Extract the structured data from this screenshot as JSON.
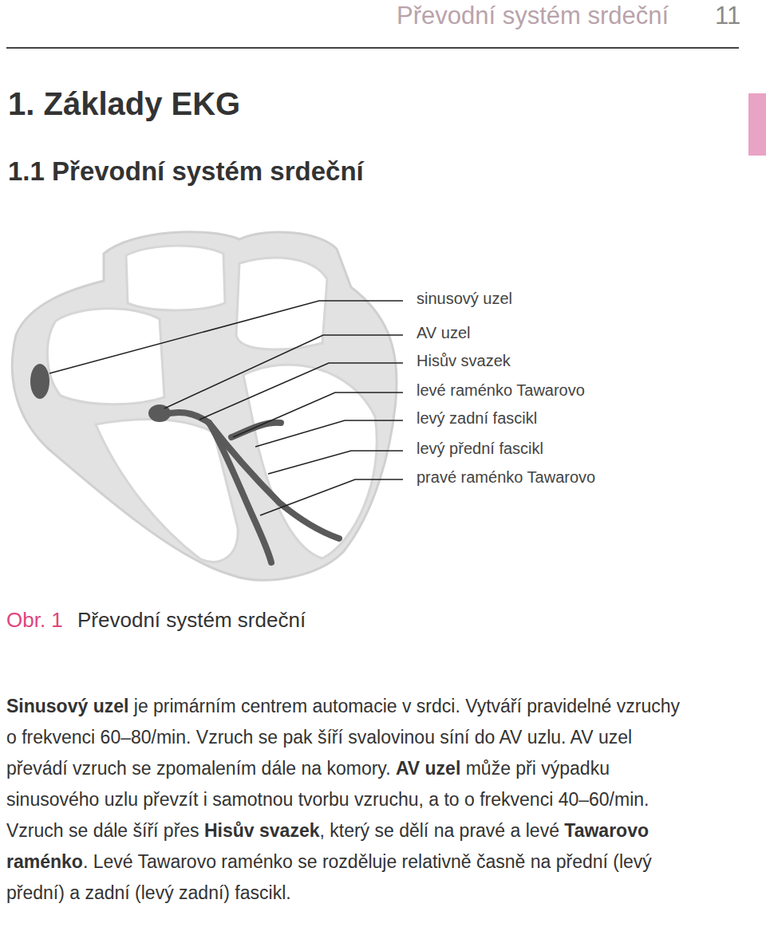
{
  "diagram": {
    "title": "1. Základy EKG",
    "caption": "Převodní systém srdeční",
    "labels": [
      "Převodní systém srdeční",
      "11",
      "1.1 Převodní systém srdeční",
      "sinusový uzel",
      "AV uzel",
      "Hisův svazek",
      "levé raménko Tawarovo",
      "levý zadní fascikl",
      "levý přední fascikl",
      "pravé raménko Tawarovo",
      "Obr. 1",
      "Sinusový uzel",
      "je primárním centrem automacie v srdci. Vytváří pravidelné vzruchy o frekvenci 60–80/min. Vzruch se pak šíří svalovinou síní do AV uzlu. AV uzel převádí vzruch se zpomalením dále na komory.",
      "AV uzel",
      "může při výpadku sinusového uzlu převzít i samotnou tvorbu vzruchu, a to o frekvenci 40–60/min. Vzruch se dále šíří přes",
      "Hisův svazek",
      ", který se dělí na pravé a levé",
      "Tawarovo raménko",
      ". Levé Tawarovo raménko se rozděluje relativně časně na přední (levý přední) a zadní (levý zadní) fascikl."
    ]
  }
}
